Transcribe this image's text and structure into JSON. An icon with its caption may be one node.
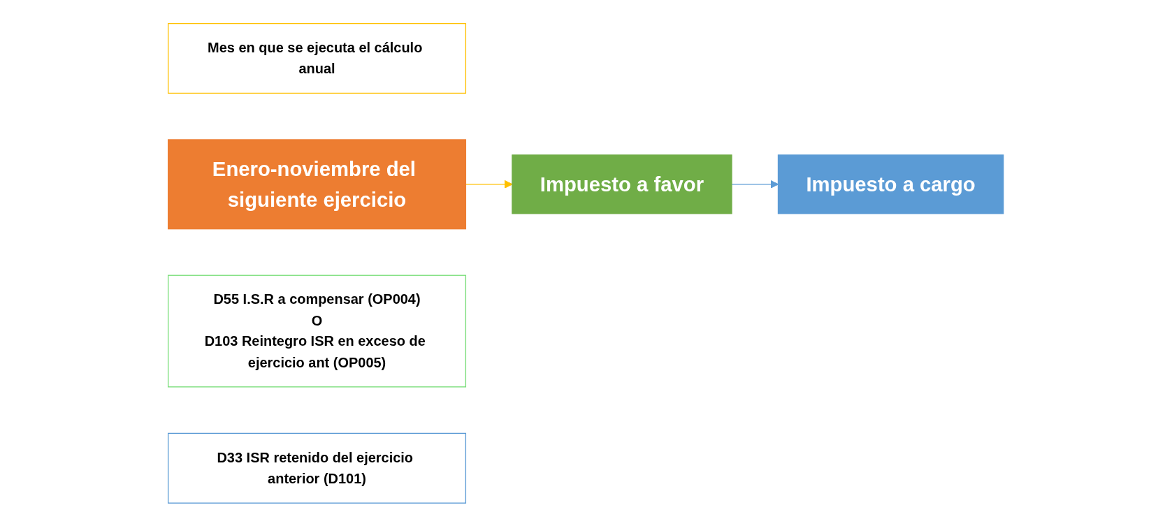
{
  "diagram": {
    "nodes": [
      {
        "text": [
          "Mes en que se ejecuta el cálculo anual"
        ]
      },
      {
        "text": [
          "Enero-noviembre del siguiente ejercicio"
        ]
      },
      {
        "text": [
          "Impuesto a favor"
        ]
      },
      {
        "text": [
          "D55 I.S.R a compensar (OP004)",
          "O",
          "D103 Reintegro ISR en exceso de ejercicio ant (OP005)"
        ]
      },
      {
        "text": [
          "D33 ISR retenido del ejercicio anterior (D101)"
        ]
      },
      {
        "text": [
          "Impuesto a cargo"
        ]
      }
    ],
    "edges": [
      {
        "from": 1,
        "to": 2,
        "arrow": "to",
        "color": "#ffc000"
      },
      {
        "from": 2,
        "to": 5,
        "arrow": "to",
        "color": "#5b9bd5"
      }
    ]
  }
}
